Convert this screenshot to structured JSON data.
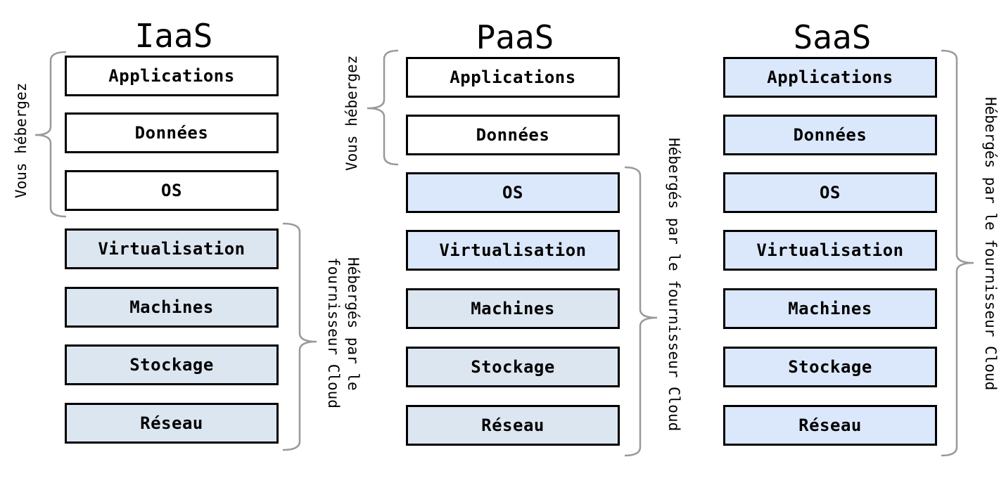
{
  "columns": [
    {
      "title": "IaaS",
      "layers": [
        "Applications",
        "Données",
        "OS",
        "Virtualisation",
        "Machines",
        "Stockage",
        "Réseau"
      ],
      "self_label": "Vous hébergez",
      "provider_label_line1": "Hébergés par le",
      "provider_label_line2": "fournisseur Cloud"
    },
    {
      "title": "PaaS",
      "layers": [
        "Applications",
        "Données",
        "OS",
        "Virtualisation",
        "Machines",
        "Stockage",
        "Réseau"
      ],
      "self_label": "Vous hébergez",
      "provider_label": "Hébergés par le fournisseur Cloud"
    },
    {
      "title": "SaaS",
      "layers": [
        "Applications",
        "Données",
        "OS",
        "Virtualisation",
        "Machines",
        "Stockage",
        "Réseau"
      ],
      "provider_label": "Hébergés par le fournisseur Cloud"
    }
  ],
  "colors": {
    "self_hosted_fill": "#ffffff",
    "provider_fill_iaas": "#dce6f1",
    "provider_fill_light": "#dbe8fb",
    "brace_stroke": "#999999"
  }
}
